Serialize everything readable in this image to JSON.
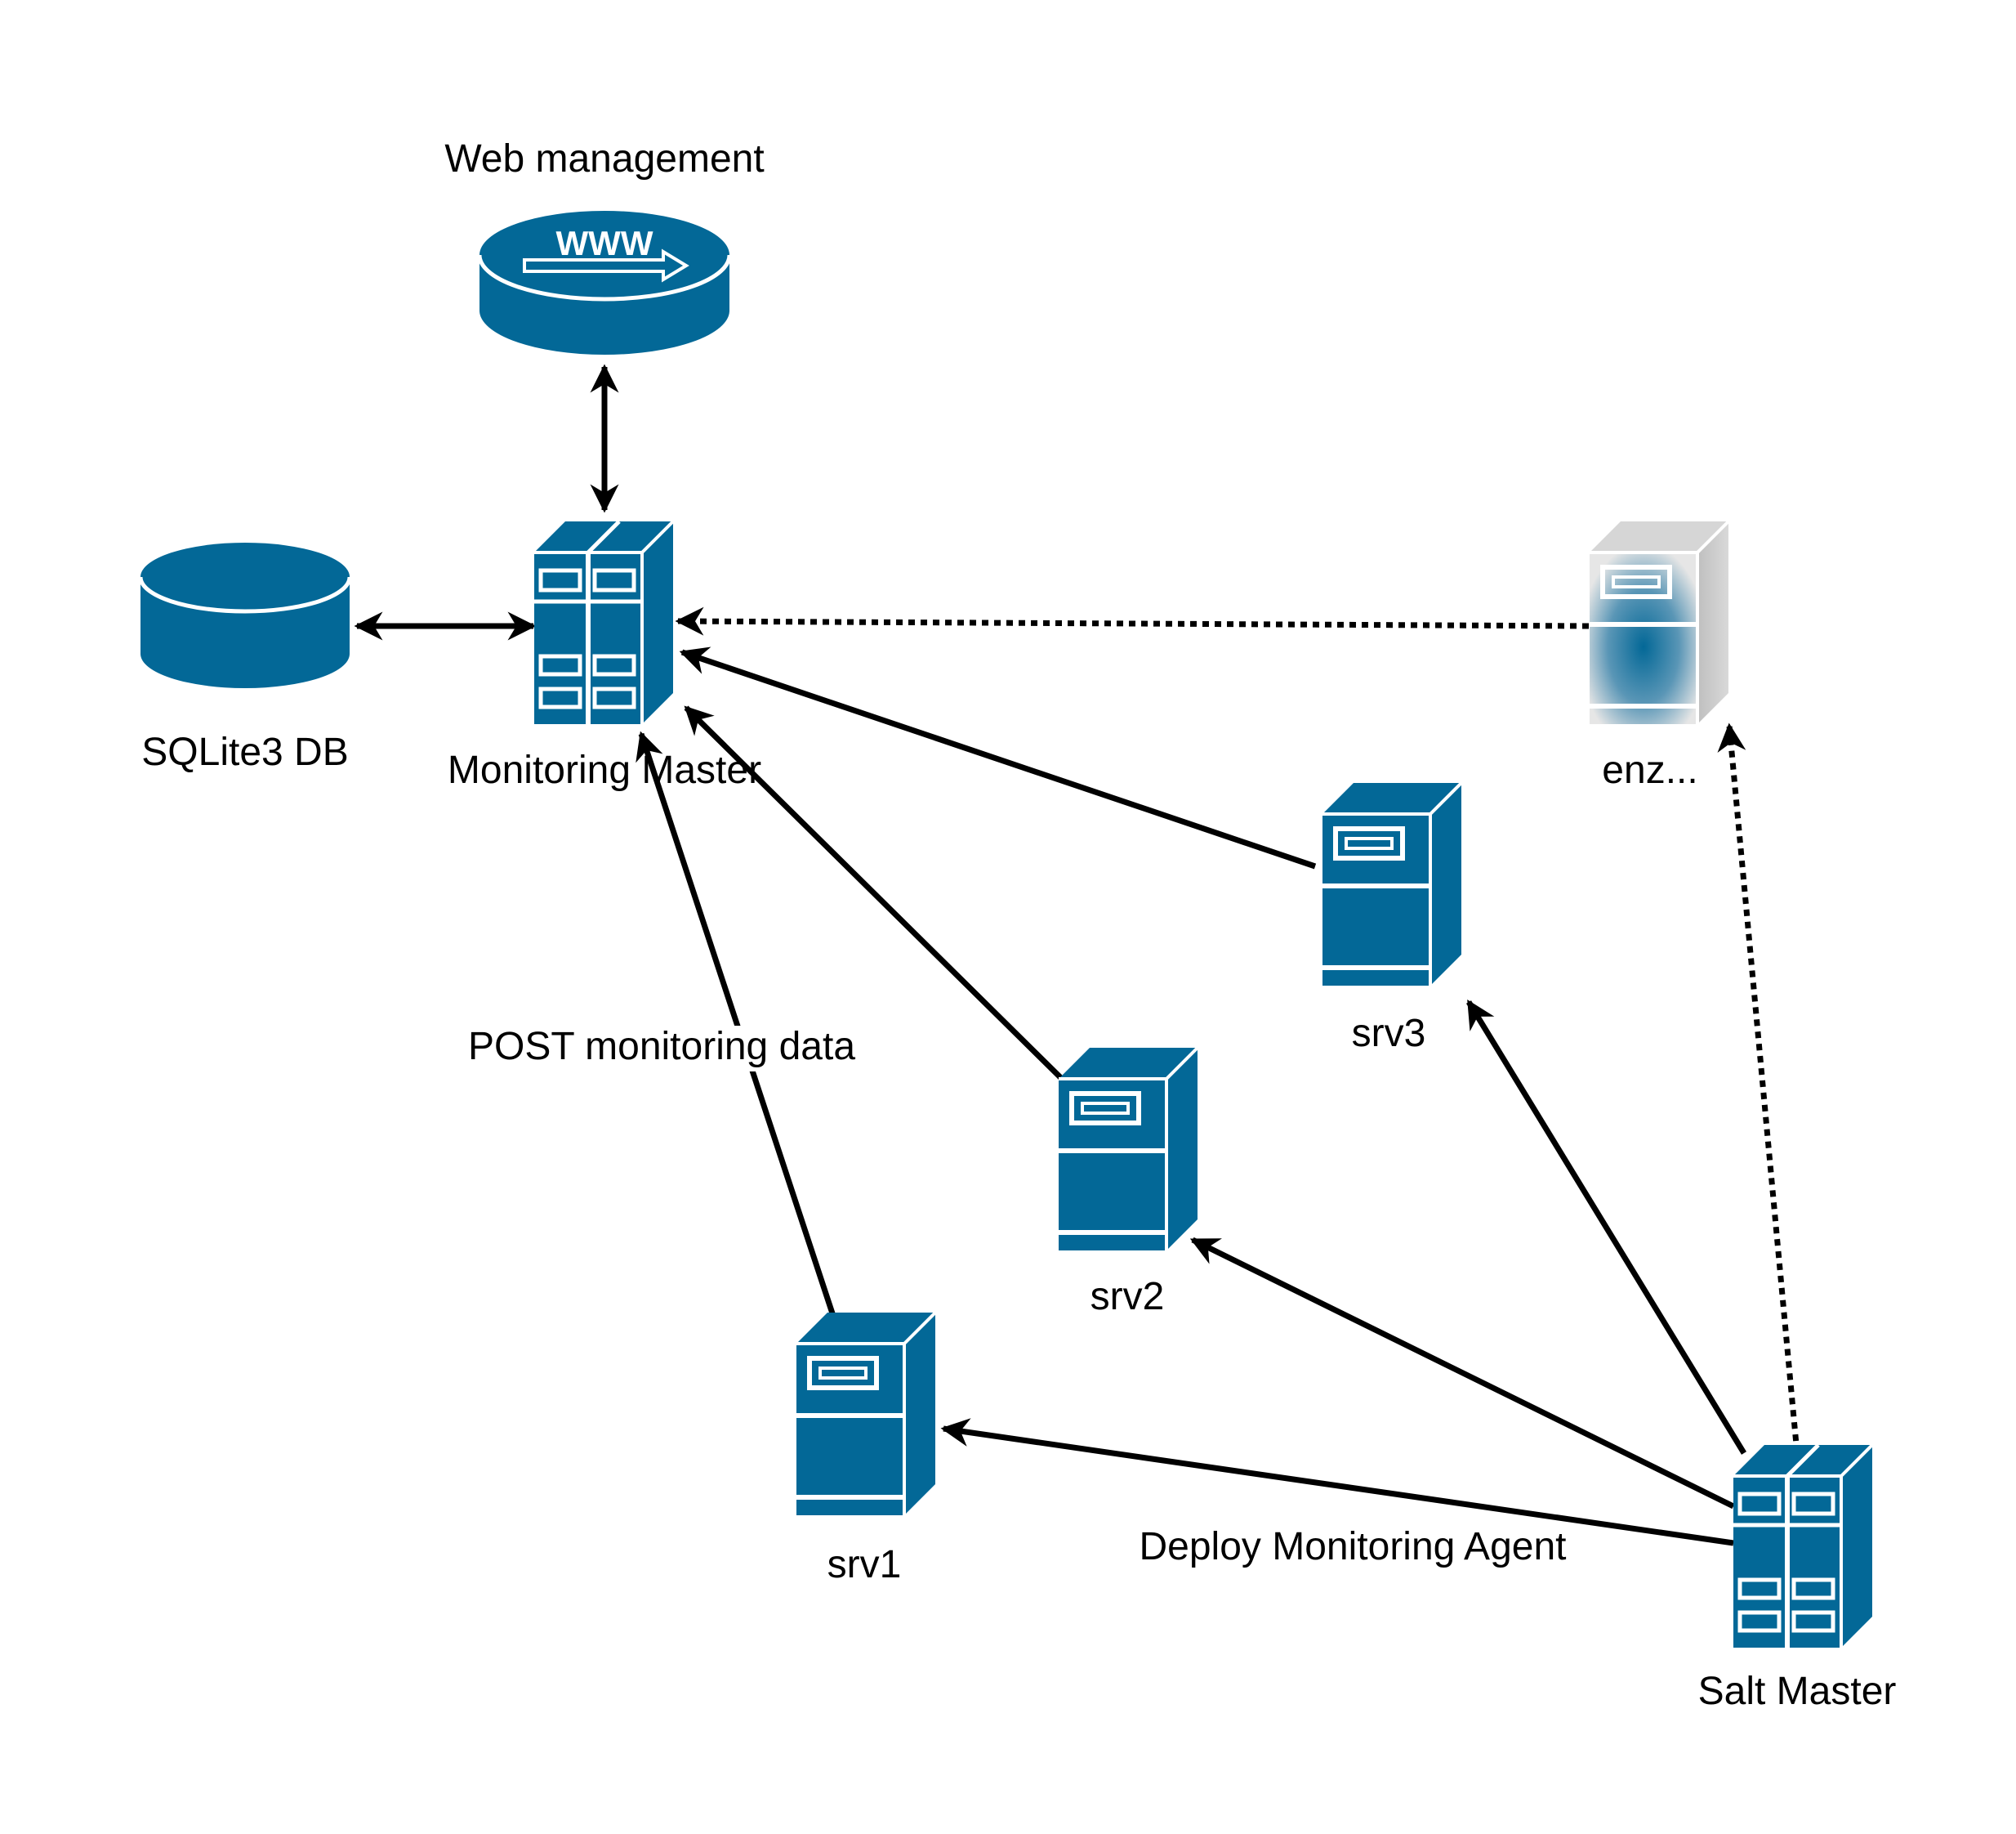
{
  "colors": {
    "primary": "#036897",
    "edge": "#000000",
    "background": "#ffffff",
    "faded_outline": "#cccccc"
  },
  "nodes": {
    "web": {
      "label": "Web management",
      "icon": "www-router-icon"
    },
    "db": {
      "label": "SQLite3 DB",
      "icon": "database-cylinder-icon"
    },
    "master": {
      "label": "Monitoring Master",
      "icon": "double-tower-server-icon"
    },
    "enz": {
      "label": "enz...",
      "icon": "faded-tower-server-icon"
    },
    "srv3": {
      "label": "srv3",
      "icon": "tower-server-icon"
    },
    "srv2": {
      "label": "srv2",
      "icon": "tower-server-icon"
    },
    "srv1": {
      "label": "srv1",
      "icon": "tower-server-icon"
    },
    "salt": {
      "label": "Salt Master",
      "icon": "double-tower-server-icon"
    }
  },
  "edge_labels": {
    "post": "POST monitoring data",
    "deploy": "Deploy Monitoring Agent"
  },
  "web_icon_text": "WWW"
}
